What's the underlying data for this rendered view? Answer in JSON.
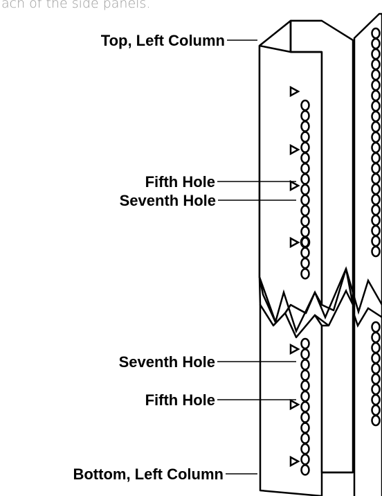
{
  "caption": "ach of the side panels.",
  "labels": {
    "top_left_column": "Top, Left Column",
    "fifth_hole_upper": "Fifth Hole",
    "seventh_hole_upper": "Seventh Hole",
    "seventh_hole_lower": "Seventh Hole",
    "fifth_hole_lower": "Fifth Hole",
    "bottom_left_column": "Bottom, Left Column"
  },
  "colors": {
    "ink": "#000000",
    "paper": "#ffffff",
    "caption": "#9a9a9a"
  }
}
